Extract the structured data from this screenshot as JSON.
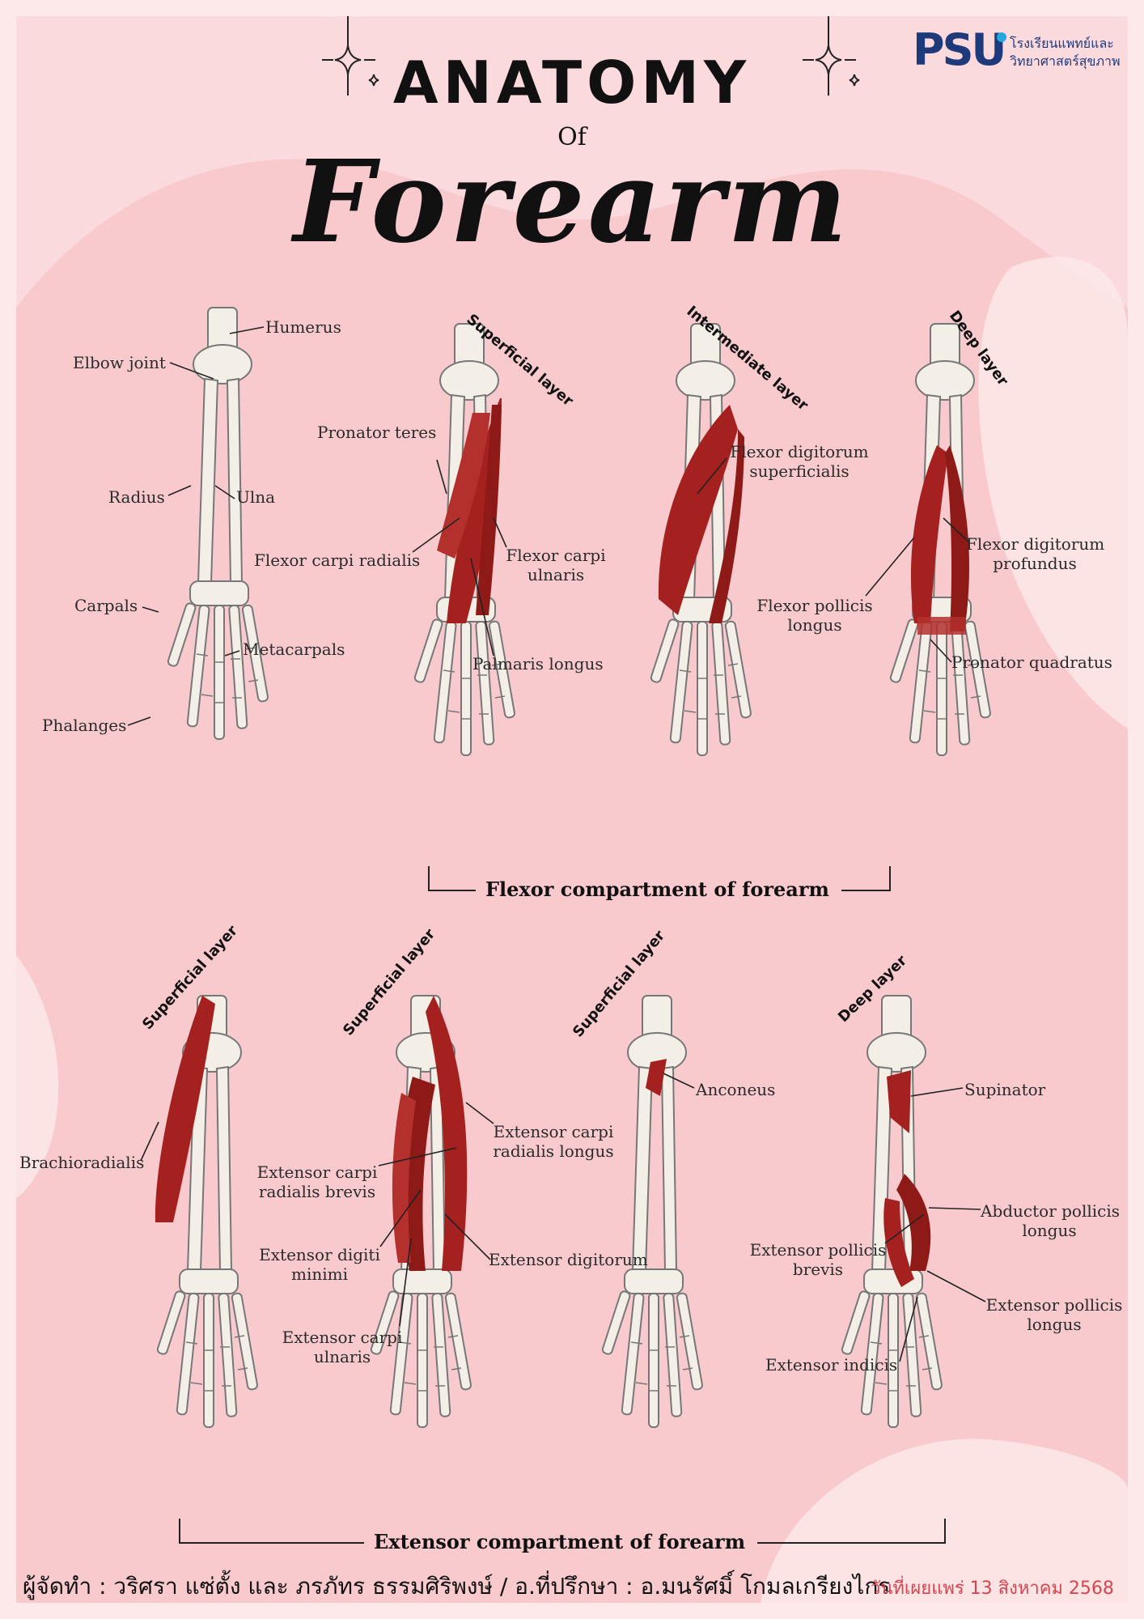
{
  "header": {
    "title_line1": "ANATOMY",
    "title_line2": "Of",
    "title_line3": "Forearm"
  },
  "logo": {
    "mark": "PSU",
    "line1": "โรงเรียนแพทย์และ",
    "line2": "วิทยาศาสตร์สุขภาพ"
  },
  "bones": {
    "humerus": "Humerus",
    "elbow_joint": "Elbow joint",
    "radius": "Radius",
    "ulna": "Ulna",
    "carpals": "Carpals",
    "metacarpals": "Metacarpals",
    "phalanges": "Phalanges"
  },
  "flexor": {
    "superficial_layer": "Superficial layer",
    "intermediate_layer": "Intermediate layer",
    "deep_layer": "Deep layer",
    "pronator_teres": "Pronator teres",
    "flexor_carpi_radialis": "Flexor carpi radialis",
    "flexor_carpi_ulnaris_1": "Flexor carpi",
    "flexor_carpi_ulnaris_2": "ulnaris",
    "palmaris_longus": "Palmaris longus",
    "fds_1": "Flexor digitorum",
    "fds_2": "superficialis",
    "fdp_1": "Flexor digitorum",
    "fdp_2": "profundus",
    "fpl_1": "Flexor pollicis",
    "fpl_2": "longus",
    "pronator_quadratus": "Pronator quadratus",
    "section_title": "Flexor compartment of forearm"
  },
  "extensor": {
    "superficial_layer_1": "Superficial layer",
    "superficial_layer_2": "Superficial layer",
    "superficial_layer_3": "Superficial layer",
    "deep_layer": "Deep layer",
    "brachioradialis": "Brachioradialis",
    "ecrl_1": "Extensor carpi",
    "ecrl_2": "radialis longus",
    "ecrb_1": "Extensor carpi",
    "ecrb_2": "radialis brevis",
    "edm_1": "Extensor digiti",
    "edm_2": "minimi",
    "ed": "Extensor digitorum",
    "ecu_1": "Extensor carpi",
    "ecu_2": "ulnaris",
    "anconeus": "Anconeus",
    "supinator": "Supinator",
    "apl_1": "Abductor pollicis",
    "apl_2": "longus",
    "epb_1": "Extensor pollicis",
    "epb_2": "brevis",
    "epl_1": "Extensor pollicis",
    "epl_2": "longus",
    "extensor_indicis": "Extensor indicis",
    "section_title": "Extensor compartment of forearm"
  },
  "footer": {
    "credits": "ผู้จัดทำ :  วริศรา แซ่ตั้ง และ ภรภัทร ธรรมศิริพงษ์  / อ.ที่ปรึกษา : อ.มนรัศมิ์ โกมลเกรียงไกร",
    "date": "วันที่เผยแพร่ 13 สิงหาคม 2568"
  },
  "colors": {
    "background": "#fbdadd",
    "blob": "#f6c3c8",
    "muscle": "#a5211f",
    "bone": "#f3efe6",
    "date_text": "#d6454f",
    "logo_blue": "#1f3a7a"
  }
}
